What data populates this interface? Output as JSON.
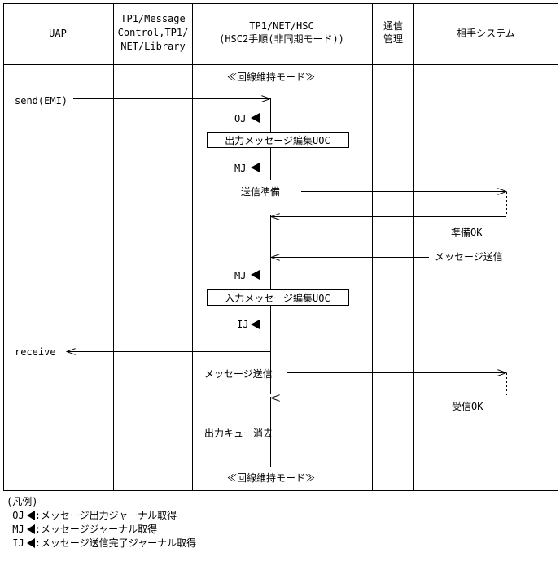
{
  "headers": {
    "uap": "UAP",
    "tp1_msg_line1": "TP1/Message",
    "tp1_msg_line2": "Control,TP1/",
    "tp1_msg_line3": "NET/Library",
    "hsc_line1": "TP1/NET/HSC",
    "hsc_line2": "(HSC2手順(非同期モード))",
    "comm_line1": "通信",
    "comm_line2": "管理",
    "partner": "相手システム"
  },
  "labels": {
    "mode_top": "≪回線維持モード≫",
    "send": "send(EMI)",
    "oj1": "OJ",
    "output_uoc": "出力メッセージ編集UOC",
    "mj1": "MJ",
    "send_prep": "送信準備",
    "prep_ok": "準備OK",
    "msg_send_in": "メッセージ送信",
    "mj2": "MJ",
    "input_uoc": "入力メッセージ編集UOC",
    "ij": "IJ",
    "receive": "receive",
    "msg_send_out": "メッセージ送信",
    "recv_ok": "受信OK",
    "queue_delete": "出力キュー消去",
    "mode_bottom": "≪回線維持モード≫"
  },
  "legend": {
    "title": "(凡例)",
    "items": [
      {
        "code": "OJ",
        "text": ":メッセージ出力ジャーナル取得"
      },
      {
        "code": "MJ",
        "text": ":メッセージジャーナル取得"
      },
      {
        "code": "IJ",
        "text": ":メッセージ送信完了ジャーナル取得"
      }
    ]
  }
}
